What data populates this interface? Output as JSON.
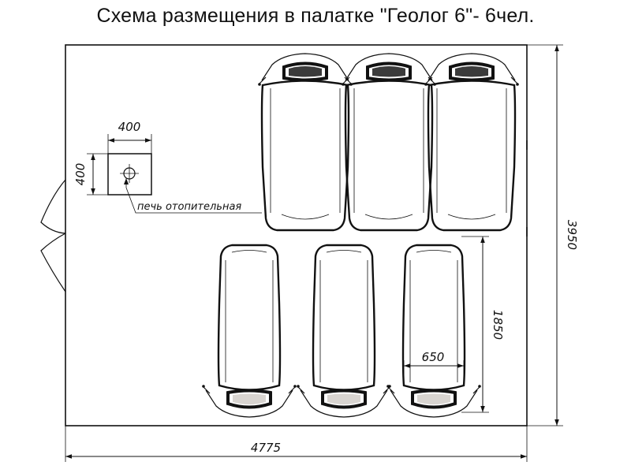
{
  "title": "Схема размещения в палатке \"Геолог 6\"- 6чел.",
  "dimensions": {
    "tent_width": "4775",
    "tent_depth": "3950",
    "bag_length": "1850",
    "bag_width": "650",
    "stove_width": "400",
    "stove_depth": "400"
  },
  "stove": {
    "label": "печь отопительная"
  },
  "sleeping_bags": [
    {
      "row": "top",
      "orientation": "head-up"
    },
    {
      "row": "top",
      "orientation": "head-up"
    },
    {
      "row": "top",
      "orientation": "head-up"
    },
    {
      "row": "bottom",
      "orientation": "head-down"
    },
    {
      "row": "bottom",
      "orientation": "head-down"
    },
    {
      "row": "bottom",
      "orientation": "head-down"
    }
  ]
}
